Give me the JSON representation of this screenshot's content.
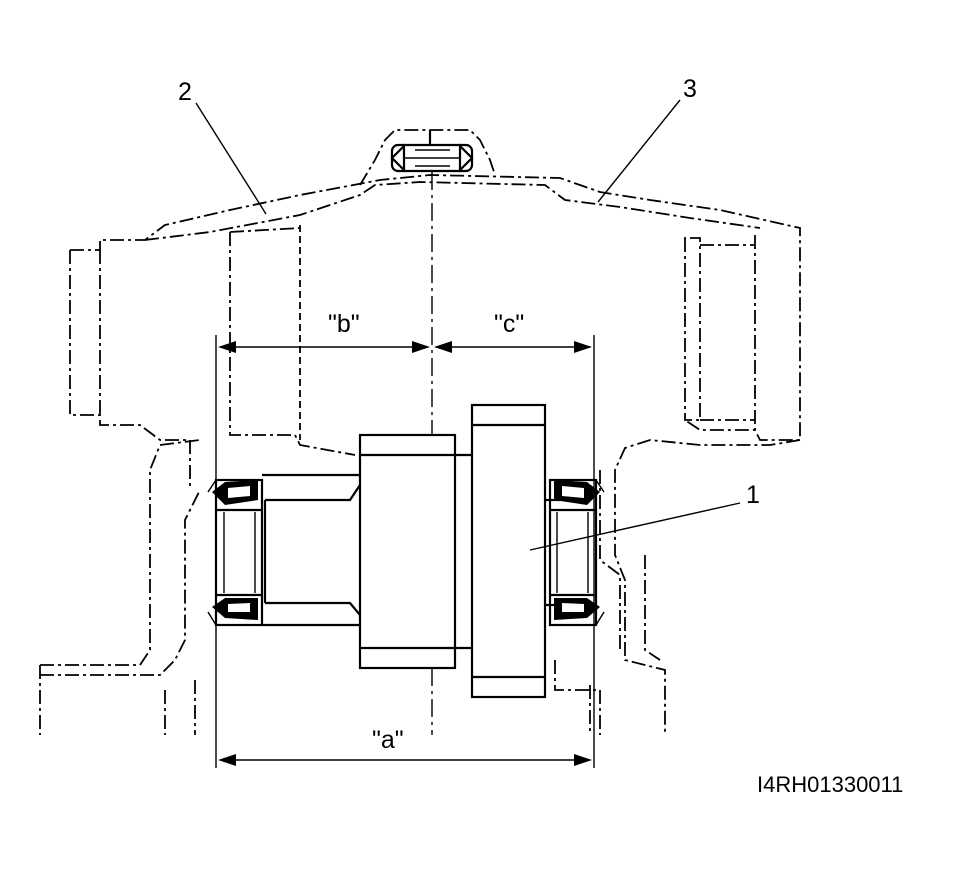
{
  "callouts": {
    "part_1": "1",
    "part_2": "2",
    "part_3": "3"
  },
  "dimensions": {
    "a": "\"a\"",
    "b": "\"b\"",
    "c": "\"c\""
  },
  "figure_code": "I4RH01330011"
}
